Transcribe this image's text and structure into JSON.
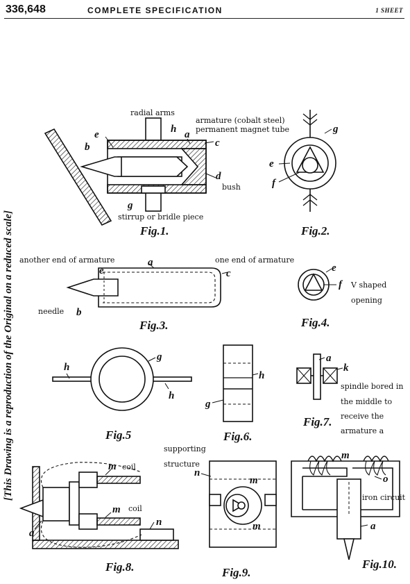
{
  "header": {
    "number": "336,648",
    "title": "COMPLETE SPECIFICATION",
    "sheet": "1 SHEET"
  },
  "side_note": "[This Drawing is a reproduction of the Original on a reduced scale]",
  "figures": [
    {
      "id": "fig1",
      "caption": "Fig.1.",
      "letters": [
        "a",
        "b",
        "c",
        "d",
        "e",
        "g",
        "h"
      ],
      "annotations": [
        "radial arms",
        "armature (cobalt steel)",
        "permanent magnet tube",
        "bush",
        "stirrup or bridle piece"
      ]
    },
    {
      "id": "fig2",
      "caption": "Fig.2.",
      "letters": [
        "e",
        "f",
        "g"
      ]
    },
    {
      "id": "fig3",
      "caption": "Fig.3.",
      "letters": [
        "a",
        "b",
        "c",
        "e"
      ],
      "annotations": [
        "another end of armature",
        "one end of armature",
        "needle"
      ]
    },
    {
      "id": "fig4",
      "caption": "Fig.4.",
      "letters": [
        "e",
        "f"
      ],
      "annotations": [
        "V shaped",
        "opening"
      ]
    },
    {
      "id": "fig5",
      "caption": "Fig.5",
      "letters": [
        "g",
        "h",
        "h"
      ]
    },
    {
      "id": "fig6",
      "caption": "Fig.6.",
      "letters": [
        "h",
        "g"
      ]
    },
    {
      "id": "fig7",
      "caption": "Fig.7.",
      "letters": [
        "a",
        "k"
      ],
      "annotations": [
        "spindle bored in",
        "the middle to",
        "receive the",
        "armature a"
      ]
    },
    {
      "id": "fig8",
      "caption": "Fig.8.",
      "letters": [
        "m",
        "m",
        "n",
        "a"
      ],
      "annotations": [
        "coil",
        "coil"
      ]
    },
    {
      "id": "fig9",
      "caption": "Fig.9.",
      "letters": [
        "n",
        "m",
        "m"
      ],
      "annotations": [
        "supporting",
        "structure"
      ]
    },
    {
      "id": "fig10",
      "caption": "Fig.10.",
      "letters": [
        "m",
        "o",
        "a"
      ],
      "annotations": [
        "iron circuit"
      ]
    }
  ]
}
